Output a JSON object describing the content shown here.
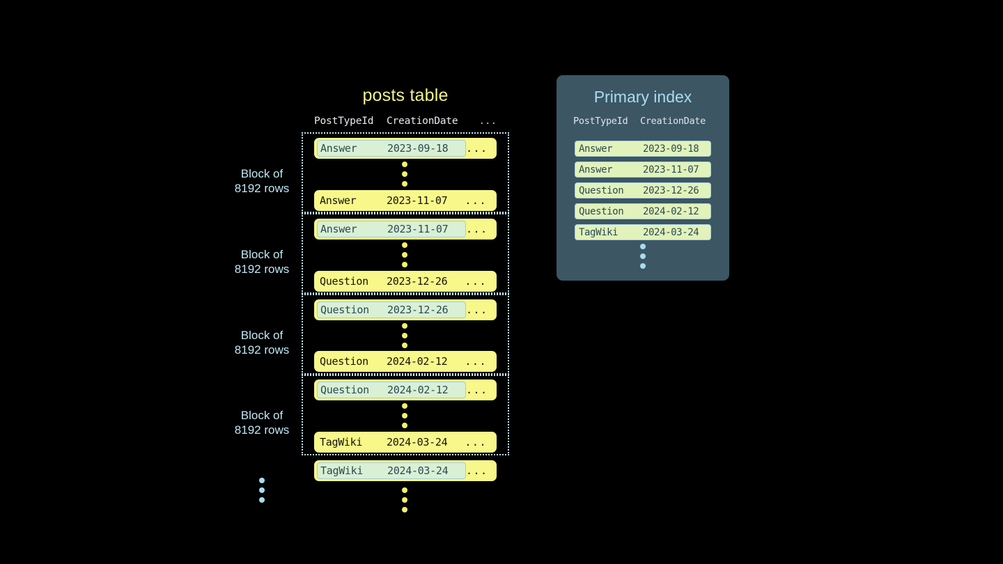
{
  "posts_table": {
    "title": "posts table",
    "columns": [
      "PostTypeId",
      "CreationDate",
      "..."
    ],
    "block_label": "Block of\n8192 rows",
    "block_label_line1": "Block of",
    "block_label_line2": "8192 rows",
    "ellipsis_cell": "...",
    "blocks": [
      {
        "label_line1": "Block of",
        "label_line2": "8192 rows",
        "first_row": {
          "post_type_id": "Answer",
          "creation_date": "2023-09-18",
          "rest": "...",
          "highlighted": true
        },
        "last_row": {
          "post_type_id": "Answer",
          "creation_date": "2023-11-07",
          "rest": "...",
          "highlighted": false
        }
      },
      {
        "label_line1": "Block of",
        "label_line2": "8192 rows",
        "first_row": {
          "post_type_id": "Answer",
          "creation_date": "2023-11-07",
          "rest": "...",
          "highlighted": true
        },
        "last_row": {
          "post_type_id": "Question",
          "creation_date": "2023-12-26",
          "rest": "...",
          "highlighted": false
        }
      },
      {
        "label_line1": "Block of",
        "label_line2": "8192 rows",
        "first_row": {
          "post_type_id": "Question",
          "creation_date": "2023-12-26",
          "rest": "...",
          "highlighted": true
        },
        "last_row": {
          "post_type_id": "Question",
          "creation_date": "2024-02-12",
          "rest": "...",
          "highlighted": false
        }
      },
      {
        "label_line1": "Block of",
        "label_line2": "8192 rows",
        "first_row": {
          "post_type_id": "Question",
          "creation_date": "2024-02-12",
          "rest": "...",
          "highlighted": true
        },
        "last_row": {
          "post_type_id": "TagWiki",
          "creation_date": "2024-03-24",
          "rest": "...",
          "highlighted": false
        }
      }
    ],
    "trailing_row": {
      "post_type_id": "TagWiki",
      "creation_date": "2024-03-24",
      "rest": "...",
      "highlighted": true
    }
  },
  "primary_index": {
    "title": "Primary index",
    "columns": [
      "PostTypeId",
      "CreationDate"
    ],
    "rows": [
      {
        "post_type_id": "Answer",
        "creation_date": "2023-09-18"
      },
      {
        "post_type_id": "Answer",
        "creation_date": "2023-11-07"
      },
      {
        "post_type_id": "Question",
        "creation_date": "2023-12-26"
      },
      {
        "post_type_id": "Question",
        "creation_date": "2024-02-12"
      },
      {
        "post_type_id": "TagWiki",
        "creation_date": "2024-03-24"
      }
    ]
  },
  "colors": {
    "background": "#000000",
    "row_yellow": "#f7f78a",
    "highlight_green": "#d9f0d5",
    "highlight_border": "#a6cdd8",
    "accent_blue": "#bfe8f5",
    "title_yellow": "#f2f288",
    "panel_slate": "#3c5663",
    "index_row_green": "#e1f2bb",
    "dot_yellow": "#f3f06a",
    "dot_blue": "#a7dcf0"
  }
}
